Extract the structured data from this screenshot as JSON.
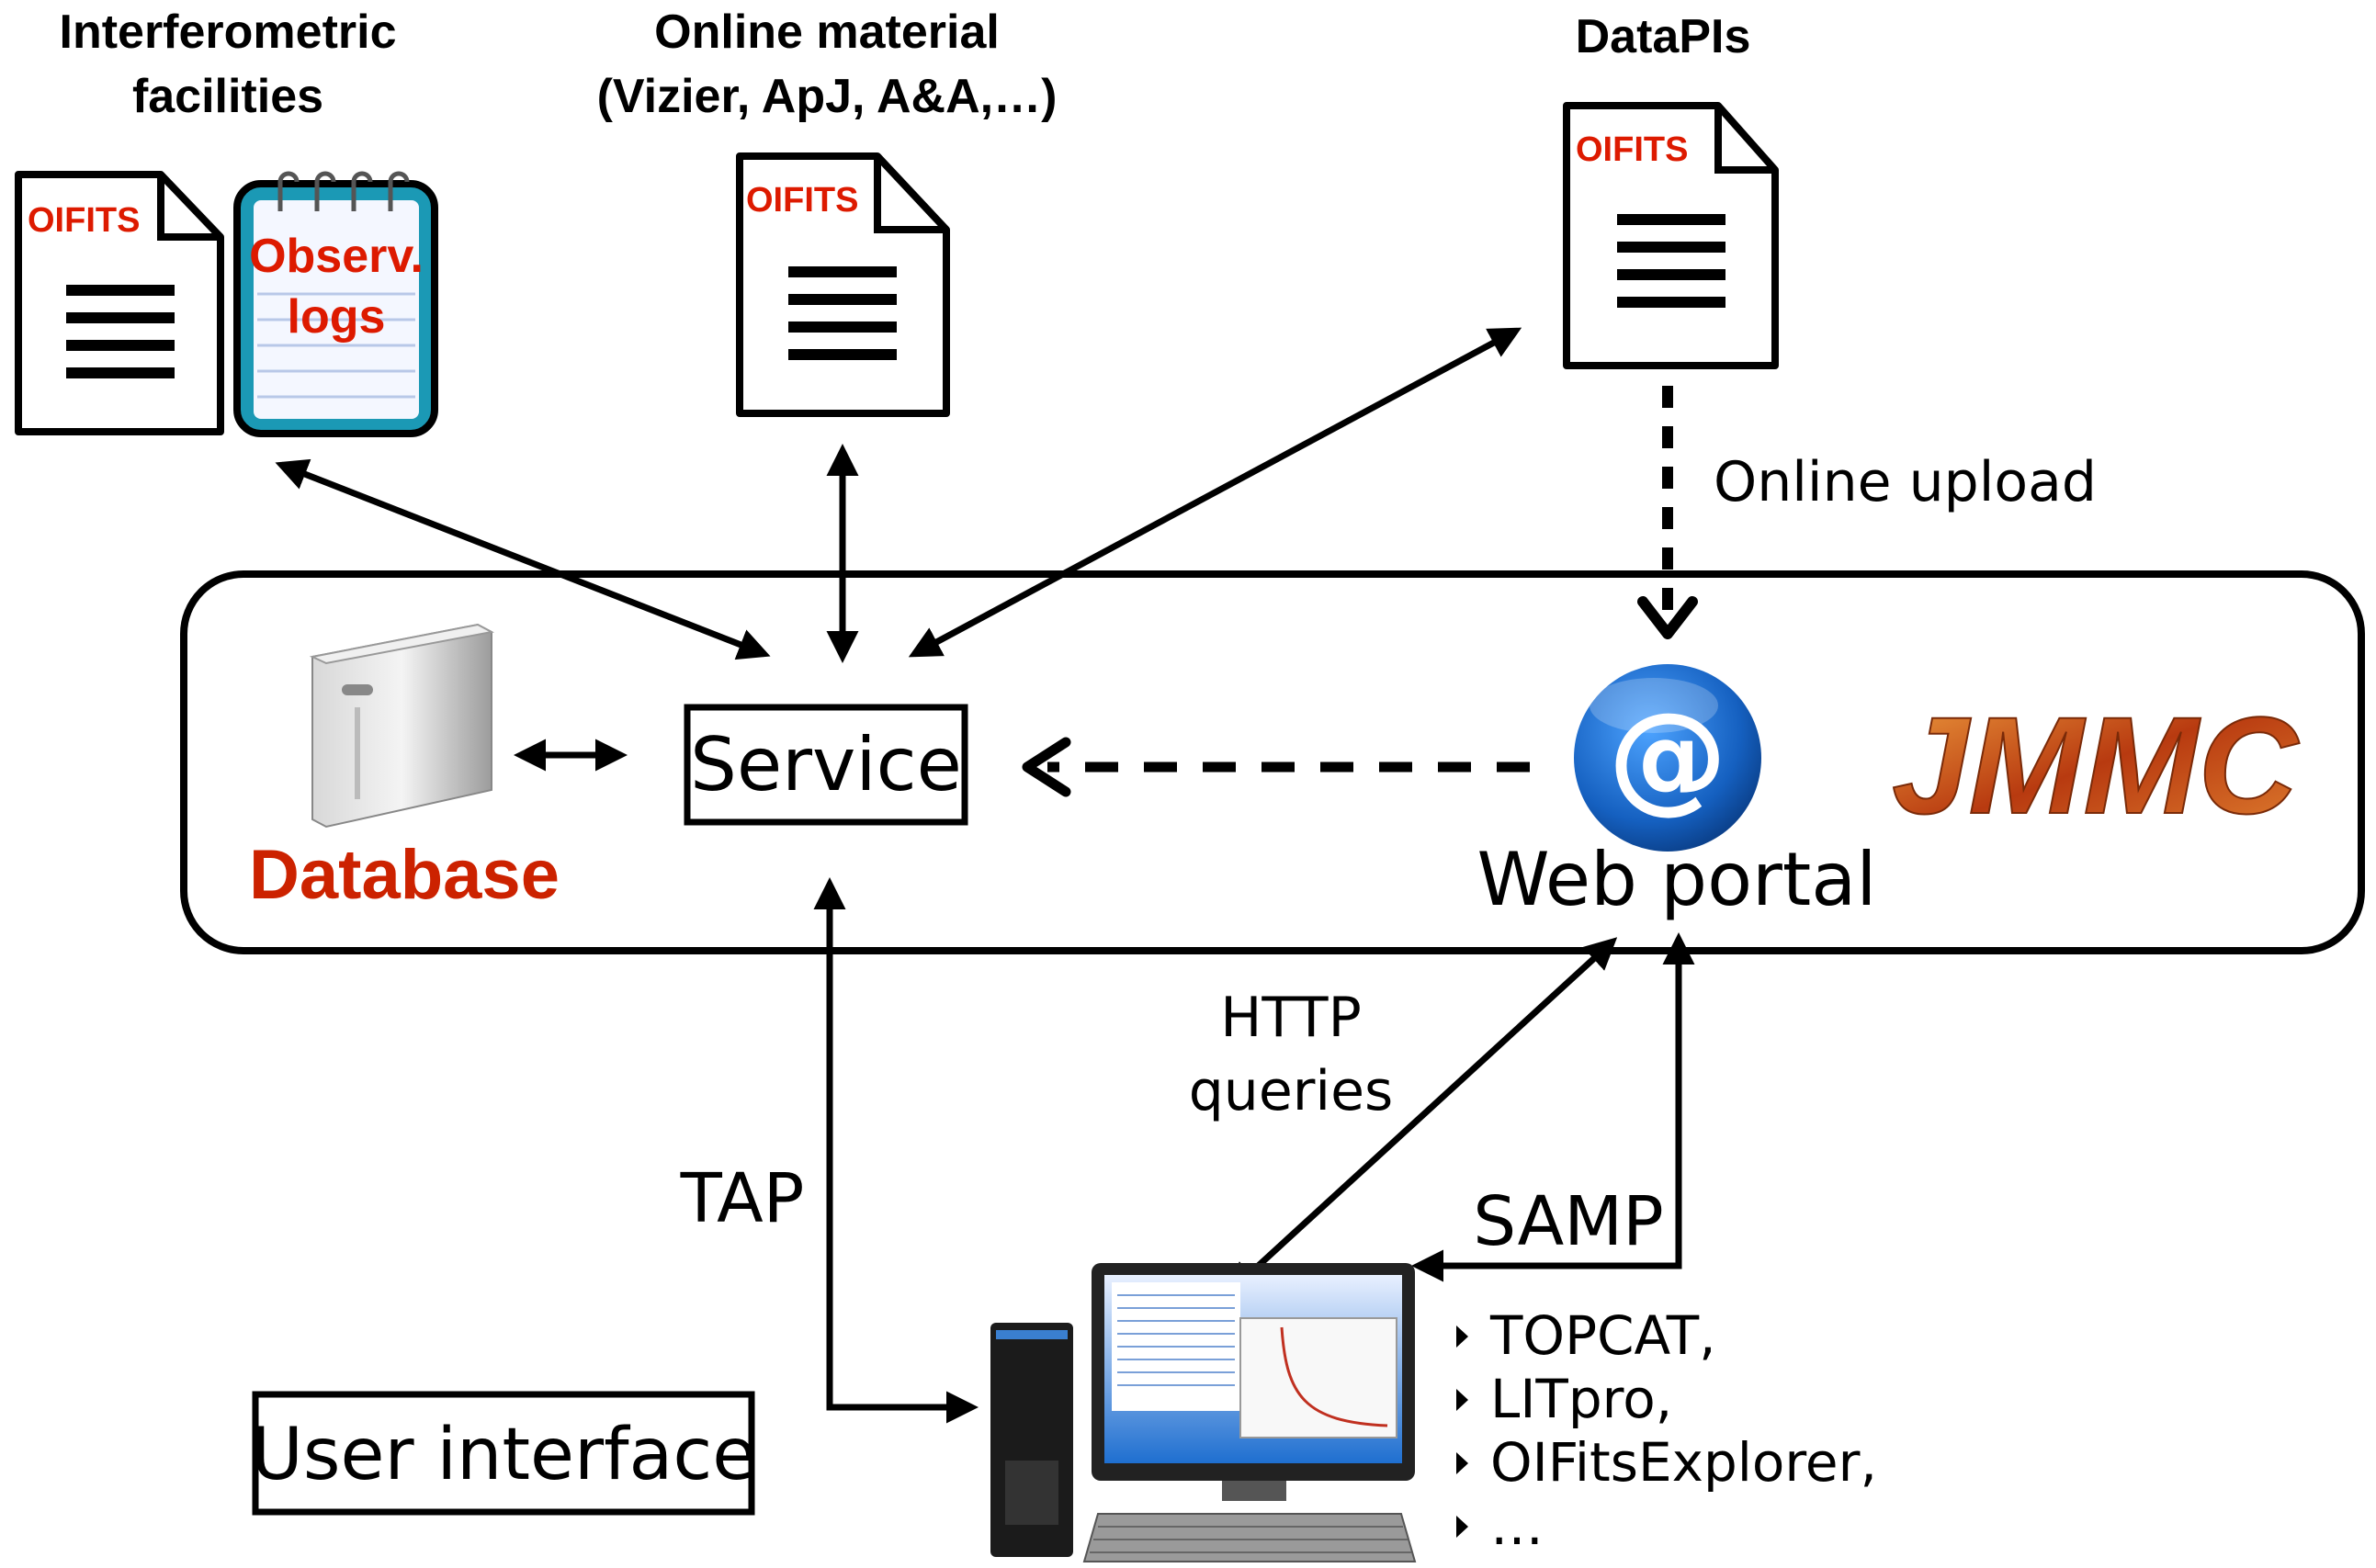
{
  "sources": {
    "facilities": {
      "title_line1": "Interferometric",
      "title_line2": "facilities",
      "doc_label": "OIFITS",
      "logs_line1": "Observ.",
      "logs_line2": "logs"
    },
    "online_material": {
      "title_line1": "Online material",
      "title_line2": "(Vizier, ApJ, A&A,…)",
      "doc_label": "OIFITS"
    },
    "datapis": {
      "title": "DataPIs",
      "doc_label": "OIFITS"
    }
  },
  "platform": {
    "database_label": "Database",
    "service_label": "Service",
    "web_portal_label": "Web portal",
    "logo_text": "JMMC",
    "online_upload_label": "Online upload"
  },
  "client": {
    "tap_label": "TAP",
    "http_line1": "HTTP",
    "http_line2": "queries",
    "samp_label": "SAMP",
    "user_interface_label": "User interface",
    "apps": [
      "TOPCAT,",
      "LITpro,",
      "OIFitsExplorer,",
      "…"
    ]
  },
  "colors": {
    "database_red": "#cc2200",
    "oifits_red": "#dd1a00",
    "web_blue": "#1560c0",
    "logo_orange": "#c0501a"
  }
}
